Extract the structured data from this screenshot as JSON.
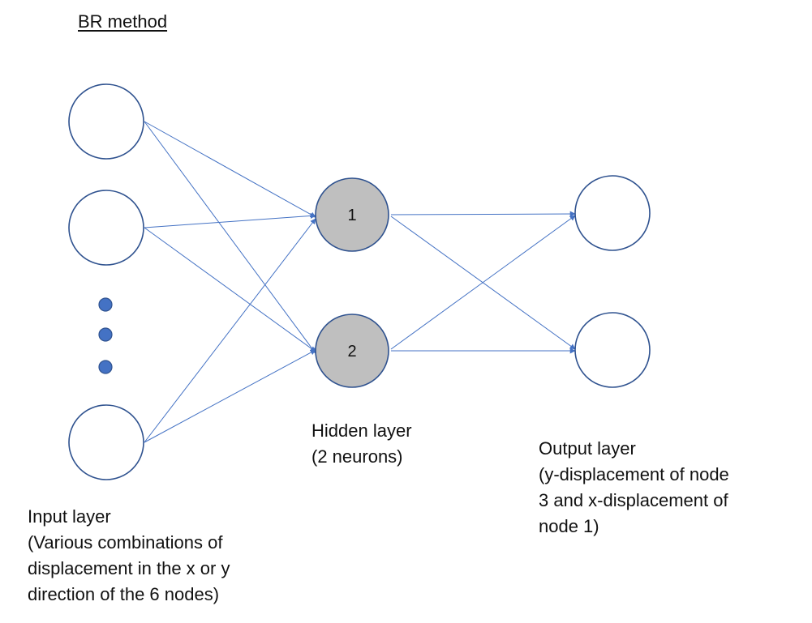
{
  "title": "BR method",
  "hidden_nodes": [
    {
      "label": "1"
    },
    {
      "label": "2"
    }
  ],
  "labels": {
    "input": [
      "Input layer",
      "(Various combinations of",
      "displacement in the x or y",
      "direction of the 6 nodes)"
    ],
    "hidden": [
      "Hidden layer",
      "(2 neurons)"
    ],
    "output": [
      "Output layer",
      "(y-displacement of node",
      "3 and x-displacement of",
      "node 1)"
    ]
  },
  "colors": {
    "node_stroke": "#2f528f",
    "hidden_fill": "#bfbfbf",
    "edge": "#4472c4",
    "ellipsis_dot": "#4472c4"
  }
}
